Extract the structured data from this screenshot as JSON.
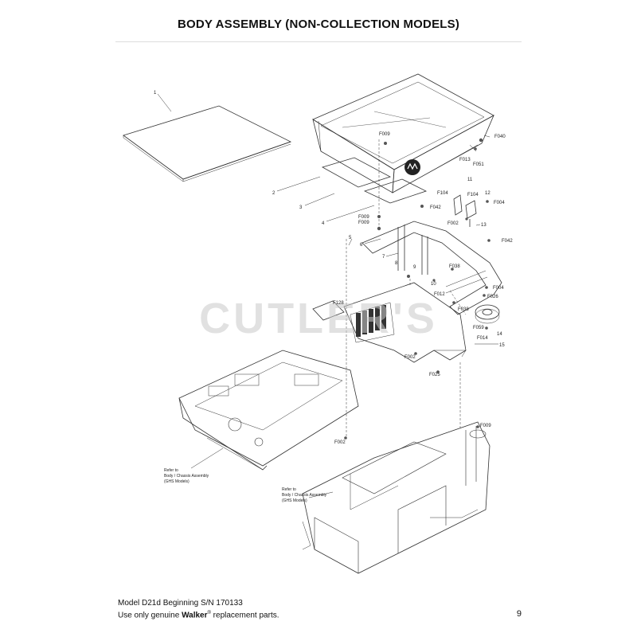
{
  "page": {
    "title": "BODY ASSEMBLY (NON-COLLECTION MODELS)",
    "footer_line1": "Model D21d Beginning S/N 170133",
    "footer_pre": "Use only genuine ",
    "footer_brand": "Walker",
    "footer_reg": "®",
    "footer_post": " replacement parts.",
    "page_number": "9"
  },
  "watermark": "CUTLER'S",
  "callouts": {
    "c1": "1",
    "c2": "2",
    "c3": "3",
    "c4": "4",
    "c5": "5",
    "c6": "6",
    "c7": "7",
    "c8": "8",
    "c9": "9",
    "c10": "10",
    "c11": "11",
    "c12": "12",
    "c13": "13",
    "c14": "14",
    "c15": "15",
    "f009a": "F009",
    "f040": "F040",
    "f013": "F013",
    "f051": "F051",
    "f104a": "F104",
    "f104b": "F104",
    "f004a": "F004",
    "f042a": "F042",
    "f009b": "F009",
    "f009c": "F009",
    "f002a": "F002",
    "f042b": "F042",
    "f038a": "F038",
    "f004b": "F004",
    "f012": "F012",
    "f026": "F026",
    "f128": "F128",
    "f038b": "F038",
    "f059": "F059",
    "f014": "F014",
    "f002b": "F002",
    "f025": "F025",
    "f009d": "F009",
    "f002c": "F002"
  },
  "notes": {
    "left": [
      "Refer to",
      "Body / Chassis Assembly",
      "(GHS Models)"
    ],
    "right": [
      "Refer to",
      "Body / Chassis Assembly",
      "(GHS Models)"
    ]
  }
}
